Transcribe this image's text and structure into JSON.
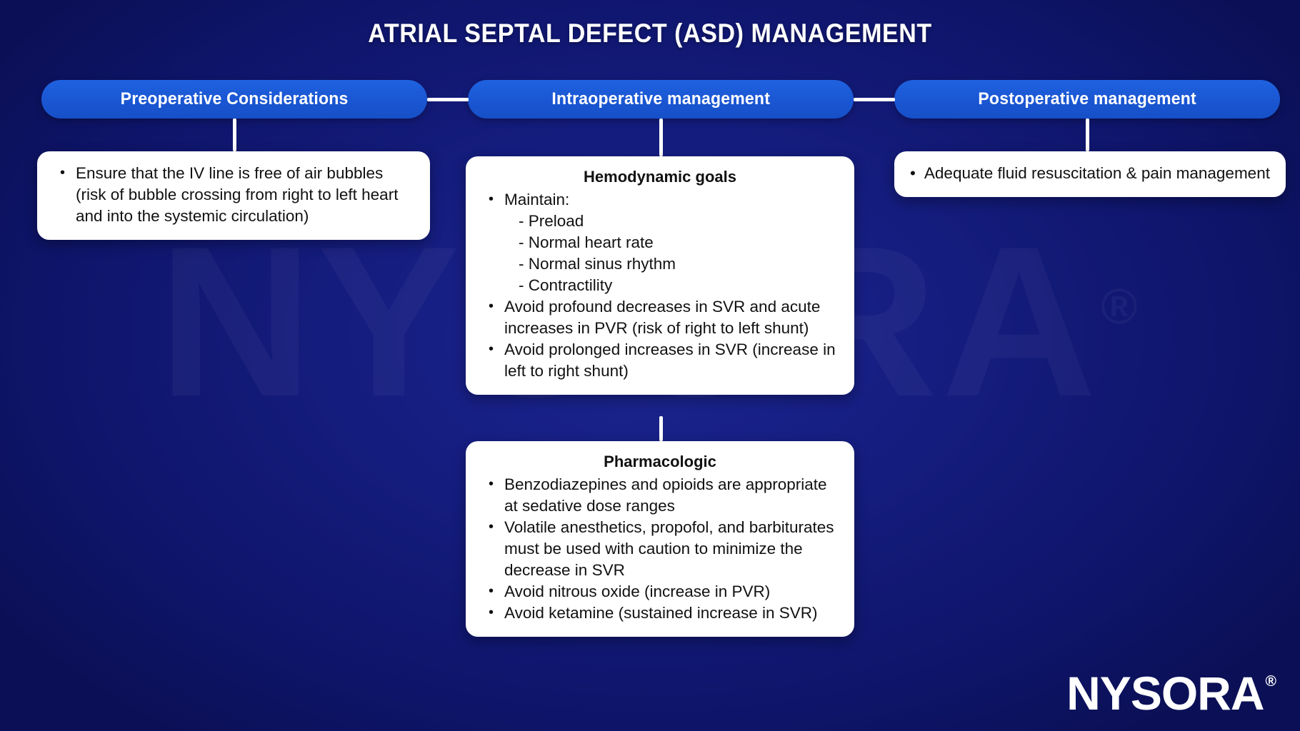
{
  "title": "ATRIAL SEPTAL DEFECT (ASD) MANAGEMENT",
  "colors": {
    "background_navy": "#0e1468",
    "pill_blue": "#1a56d2",
    "card_white": "#ffffff",
    "text_dark": "#111111",
    "connector_white": "#ffffff"
  },
  "columns": {
    "preoperative": {
      "header": "Preoperative Considerations",
      "cards": [
        {
          "title": "",
          "bullets": [
            "Ensure that the IV line is free of air bubbles (risk of bubble crossing from right to left heart and into the systemic circulation)"
          ]
        }
      ]
    },
    "intraoperative": {
      "header": "Intraoperative management",
      "cards": [
        {
          "title": "Hemodynamic goals",
          "bullets": [
            "Maintain:",
            "Avoid profound decreases in SVR and acute increases in PVR (risk of right to left shunt)",
            "Avoid prolonged increases in SVR (increase in left to right shunt)"
          ],
          "sub_items": [
            "- Preload",
            "- Normal heart rate",
            "- Normal sinus rhythm",
            "- Contractility"
          ]
        },
        {
          "title": "Pharmacologic",
          "bullets": [
            "Benzodiazepines and opioids are appropriate at sedative dose ranges",
            "Volatile anesthetics, propofol, and barbiturates must be used with caution to minimize the decrease in SVR",
            "Avoid nitrous oxide (increase in PVR)",
            "Avoid ketamine (sustained increase in SVR)"
          ]
        }
      ]
    },
    "postoperative": {
      "header": "Postoperative management",
      "cards": [
        {
          "title": "",
          "bullets": [
            "Adequate fluid resuscitation & pain management"
          ]
        }
      ]
    }
  },
  "watermark": {
    "text": "NYSORA",
    "registered_mark": "®"
  },
  "logo": {
    "text": "NYSORA",
    "registered_mark": "®"
  }
}
